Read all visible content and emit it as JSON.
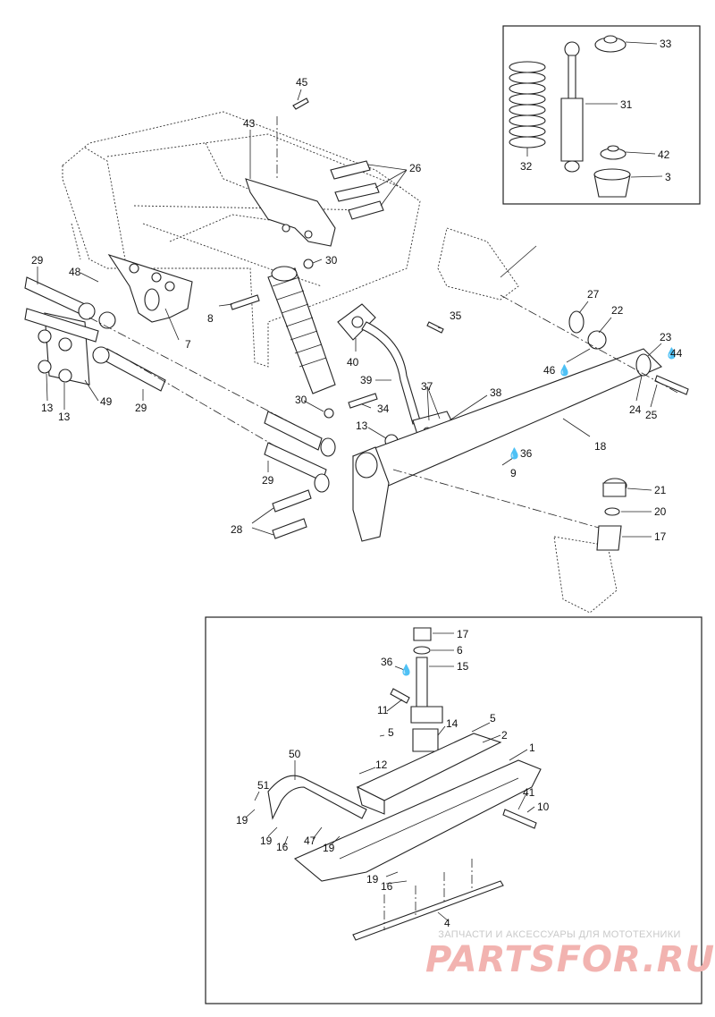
{
  "diagram": {
    "callouts": {
      "c45": "45",
      "c43": "43",
      "c26": "26",
      "c29a": "29",
      "c48": "48",
      "c30a": "30",
      "c8": "8",
      "c7": "7",
      "c13a": "13",
      "c13b": "13",
      "c49": "49",
      "c29b": "29",
      "c40": "40",
      "c35": "35",
      "c39": "39",
      "c37": "37",
      "c38": "38",
      "c30b": "30",
      "c34": "34",
      "c13c": "13",
      "c18": "18",
      "c36a": "36",
      "c9": "9",
      "c29c": "29",
      "c28": "28",
      "c27": "27",
      "c22": "22",
      "c23": "23",
      "c44": "44",
      "c46": "46",
      "c24": "24",
      "c25": "25",
      "c21": "21",
      "c20": "20",
      "c17a": "17",
      "c33": "33",
      "c31": "31",
      "c32": "32",
      "c42": "42",
      "c3": "3",
      "c17b": "17",
      "c6": "6",
      "c36b": "36",
      "c15": "15",
      "c11": "11",
      "c14": "14",
      "c5a": "5",
      "c5b": "5",
      "c2": "2",
      "c1": "1",
      "c12": "12",
      "c50": "50",
      "c51": "51",
      "c19a": "19",
      "c19b": "19",
      "c16a": "16",
      "c47": "47",
      "c19c": "19",
      "c41": "41",
      "c10": "10",
      "c19d": "19",
      "c16b": "16",
      "c4": "4"
    }
  },
  "watermark": {
    "top_text": "ЗАПЧАСТИ И АКСЕССУАРЫ ДЛЯ МОТОТЕХНИКИ",
    "logo_text": "PARTSFOR.RU",
    "color": "#e05a55"
  }
}
